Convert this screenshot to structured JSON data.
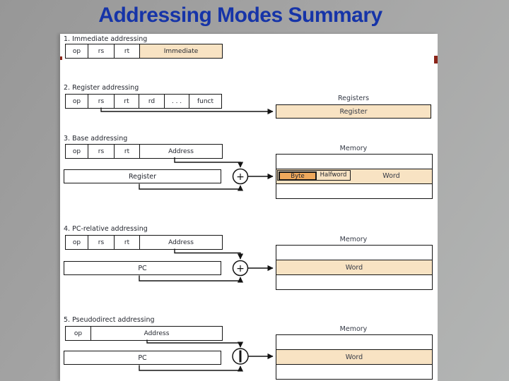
{
  "title": "Addressing Modes Summary",
  "colors": {
    "title_blue": "#1634a8",
    "tan_fill": "#f8e3c3",
    "orange_fill": "#f0a95c",
    "accent_red": "#8b2418",
    "line_black": "#141414"
  },
  "sections": [
    {
      "label": "1. Immediate addressing",
      "fields": [
        "op",
        "rs",
        "rt",
        "Immediate"
      ]
    },
    {
      "label": "2. Register addressing",
      "fields": [
        "op",
        "rs",
        "rt",
        "rd",
        ". . .",
        "funct"
      ],
      "bank_title": "Registers",
      "bank_cell": "Register"
    },
    {
      "label": "3. Base addressing",
      "fields": [
        "op",
        "rs",
        "rt",
        "Address"
      ],
      "operand": "Register",
      "operator": "+",
      "mem_title": "Memory",
      "mem_cells": {
        "byte": "Byte",
        "halfword": "Halfword",
        "word": "Word"
      }
    },
    {
      "label": "4. PC-relative addressing",
      "fields": [
        "op",
        "rs",
        "rt",
        "Address"
      ],
      "operand": "PC",
      "operator": "+",
      "mem_title": "Memory",
      "mem_word": "Word"
    },
    {
      "label": "5. Pseudodirect addressing",
      "fields": [
        "op",
        "Address"
      ],
      "operand": "PC",
      "operator": "|",
      "mem_title": "Memory",
      "mem_word": "Word"
    }
  ]
}
